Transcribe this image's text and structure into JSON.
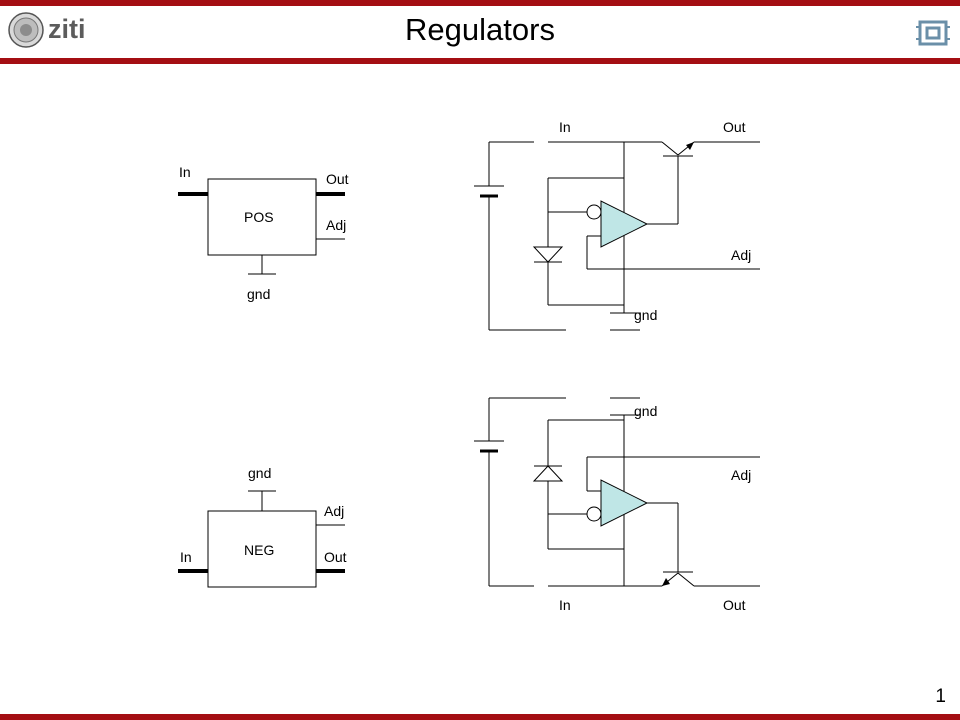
{
  "header": {
    "title": "Regulators",
    "logo_text": "ziti",
    "page_number": "1"
  },
  "colors": {
    "accent_bar": "#a40e13",
    "opamp_fill": "#bfe6e6"
  },
  "pos_block": {
    "name": "POS",
    "in": "In",
    "out": "Out",
    "adj": "Adj",
    "gnd": "gnd"
  },
  "neg_block": {
    "name": "NEG",
    "in": "In",
    "out": "Out",
    "adj": "Adj",
    "gnd": "gnd"
  },
  "pos_circuit": {
    "in": "In",
    "out": "Out",
    "adj": "Adj",
    "gnd": "gnd"
  },
  "neg_circuit": {
    "in": "In",
    "out": "Out",
    "adj": "Adj",
    "gnd": "gnd"
  }
}
